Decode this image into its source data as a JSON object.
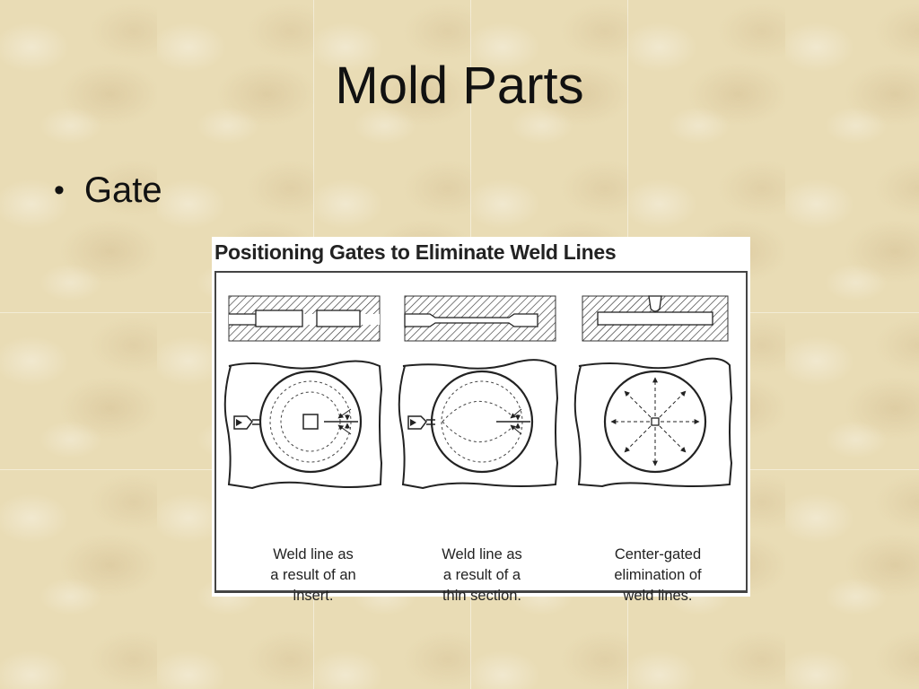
{
  "slide": {
    "title": "Mold Parts",
    "bullet": "Gate"
  },
  "figure": {
    "title": "Positioning Gates to Eliminate Weld Lines",
    "captions": [
      [
        "Weld line as",
        "a result of an",
        "insert."
      ],
      [
        "Weld line as",
        "a result of a",
        "thin section."
      ],
      [
        "Center-gated",
        "elimination of",
        "weld lines."
      ]
    ]
  }
}
